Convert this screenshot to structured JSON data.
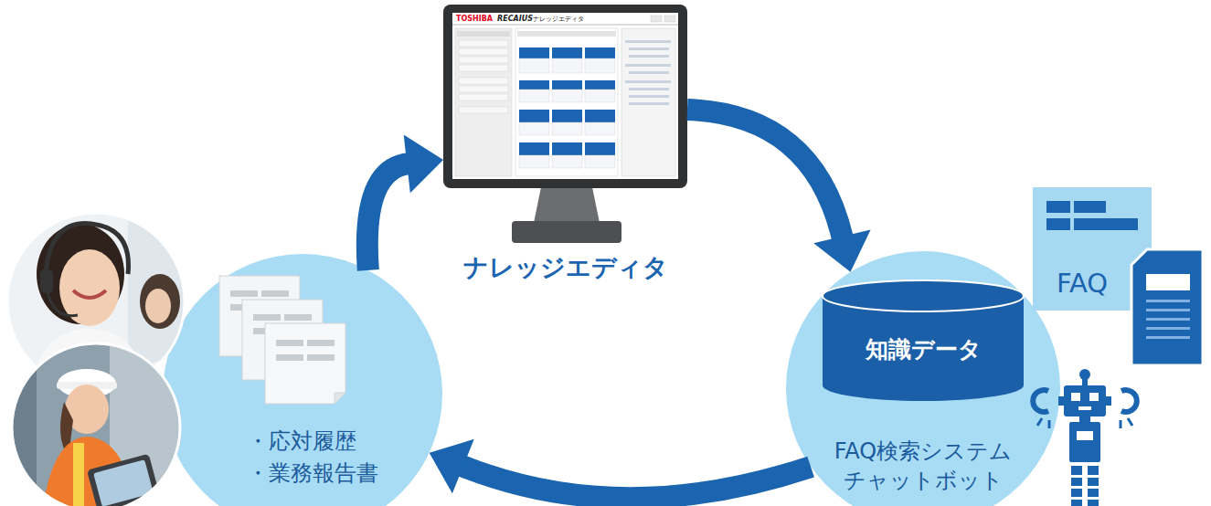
{
  "diagram": {
    "nodes": [
      {
        "text": [
          "ナレッジエディタ"
        ]
      },
      {
        "text": [
          "・応対履歴",
          "・業務報告書"
        ]
      },
      {
        "text": [
          "FAQ検索システム チャットボット"
        ]
      },
      {
        "text": [
          "知識データ"
        ],
        "in": 2
      },
      {
        "text": [
          "FAQ"
        ]
      }
    ],
    "edges": [
      {
        "from": 1,
        "to": 0,
        "arrow": "to"
      },
      {
        "from": 0,
        "to": 2,
        "arrow": "to"
      },
      {
        "from": 2,
        "to": 1,
        "arrow": "to"
      }
    ],
    "labels": [
      "TOSHIBA",
      "RECAIUS",
      "ナレッジエディタ"
    ]
  }
}
